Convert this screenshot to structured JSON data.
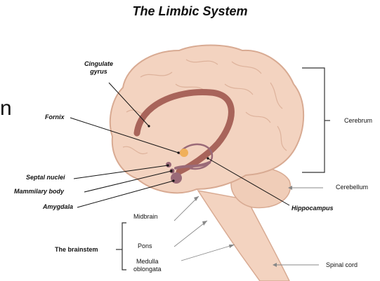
{
  "title": "The Limbic System",
  "edge_fragment": "n",
  "labels": {
    "cingulate_line1": "Cingulate",
    "cingulate_line2": "gyrus",
    "fornix": "Fornix",
    "septal": "Septal nuclei",
    "mammillary": "Mammilary body",
    "amygdala": "Amygdala",
    "hippocampus": "Hippocampus",
    "cerebrum": "Cerebrum",
    "cerebellum": "Cerebellum",
    "brainstem": "The brainstem",
    "midbrain": "Midbrain",
    "pons": "Pons",
    "medulla_line1": "Medulla",
    "medulla_line2": "oblongata",
    "spinal_cord": "Spinal cord"
  },
  "colors": {
    "brain_fill": "#f3d3c0",
    "brain_stroke": "#d8aa92",
    "cingulate": "#a8645a",
    "limbic_dark": "#9a6a78",
    "fornix_highlight": "#f0b05a",
    "line": "#111111",
    "bracket": "#333333"
  }
}
